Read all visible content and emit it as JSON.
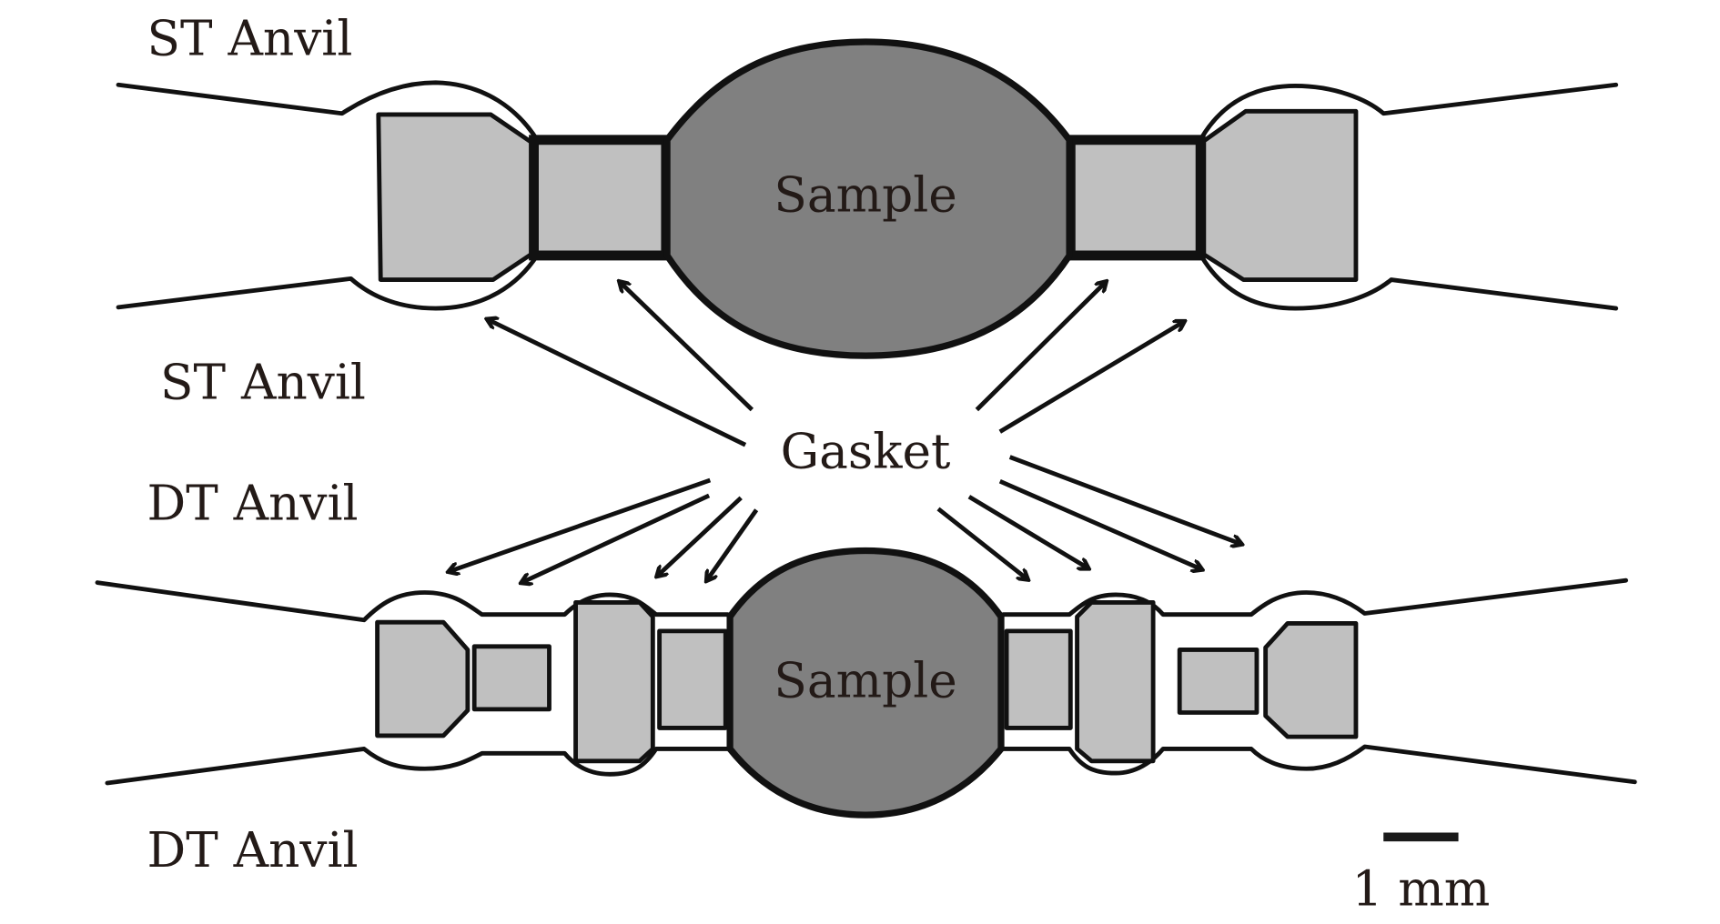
{
  "labels": {
    "st_anvil_top": "ST Anvil",
    "st_anvil_bottom": "ST Anvil",
    "dt_anvil_top": "DT Anvil",
    "dt_anvil_bottom": "DT Anvil",
    "sample_st": "Sample",
    "sample_dt": "Sample",
    "gasket": "Gasket",
    "scale_bar": "1 mm"
  },
  "colors": {
    "sample_fill": "#808080",
    "anvil_fill": "#c0c0c0",
    "outline": "#111111",
    "text": "#231a17"
  }
}
